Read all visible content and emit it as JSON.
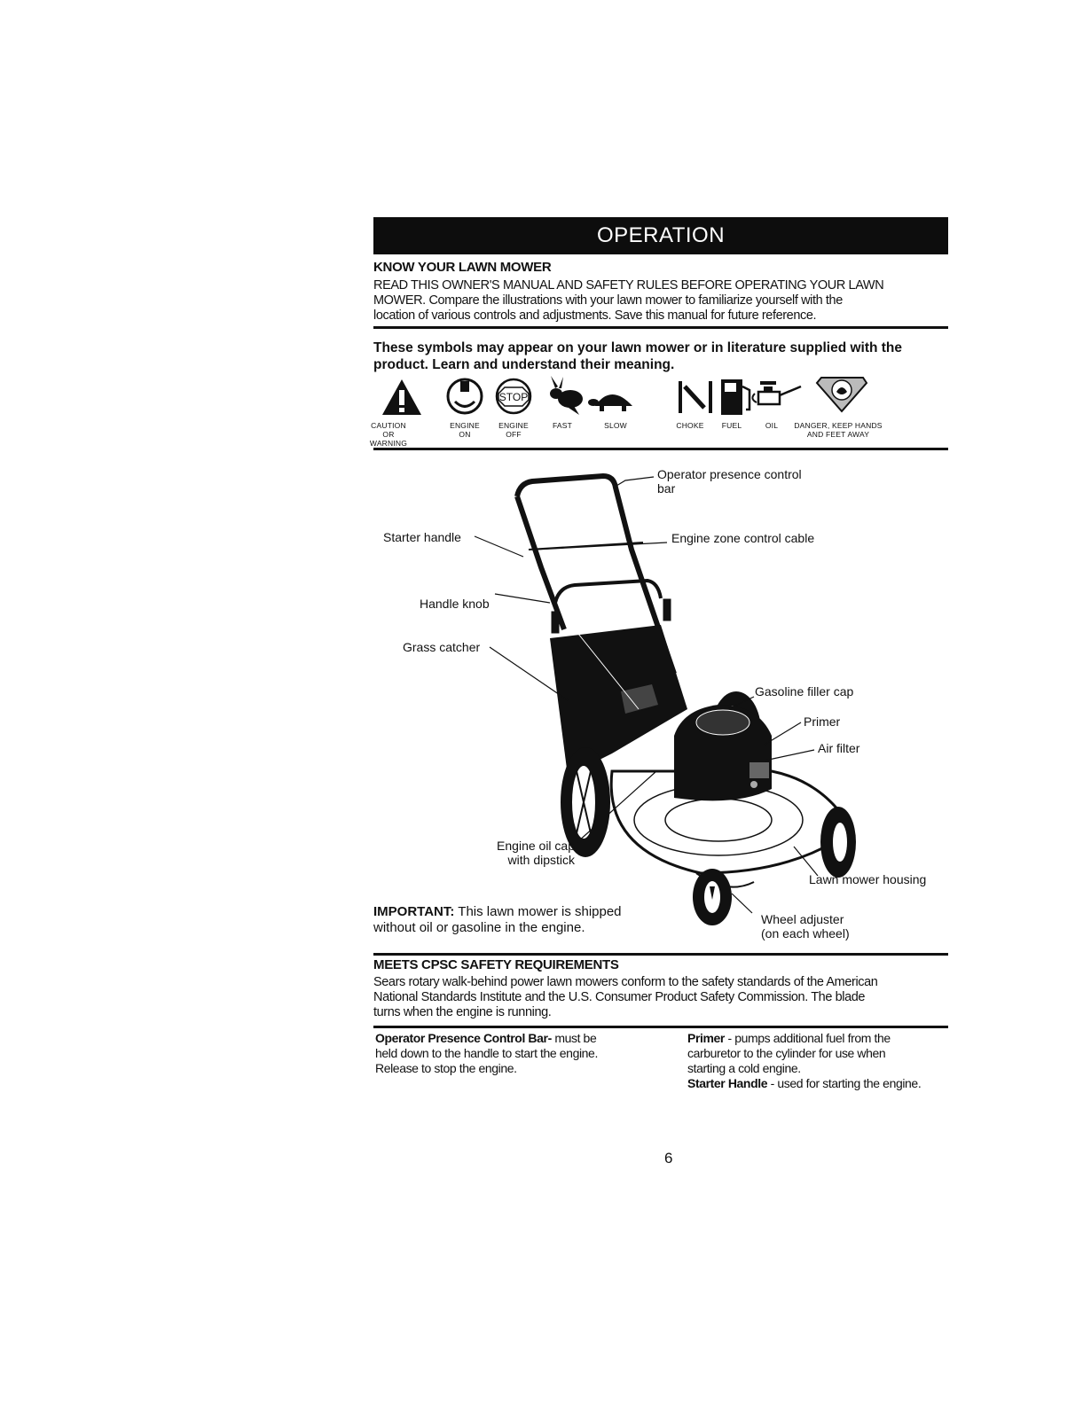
{
  "banner": {
    "title": "OPERATION"
  },
  "know": {
    "heading": "KNOW YOUR LAWN MOWER",
    "line1": "READ THIS OWNER'S MANUAL AND SAFETY RULES BEFORE OPERATING YOUR LAWN",
    "line2": "MOWER. Compare the illustrations with your lawn mower to familiarize yourself with the",
    "line3": "location of various controls and adjustments. Save this manual for future reference."
  },
  "symbols": {
    "intro_line1": "These symbols may appear on your lawn mower or in literature supplied with the",
    "intro_line2": "product. Learn and understand their meaning.",
    "stop_text": "STOP",
    "items": [
      {
        "icon": "caution-warning-icon",
        "label1": "CAUTION",
        "label2": "OR WARNING"
      },
      {
        "icon": "engine-on-icon",
        "label1": "ENGINE",
        "label2": "ON"
      },
      {
        "icon": "engine-off-icon",
        "label1": "ENGINE",
        "label2": "OFF"
      },
      {
        "icon": "fast-rabbit-icon",
        "label1": "FAST",
        "label2": ""
      },
      {
        "icon": "slow-turtle-icon",
        "label1": "SLOW",
        "label2": ""
      },
      {
        "icon": "choke-icon",
        "label1": "CHOKE",
        "label2": ""
      },
      {
        "icon": "fuel-icon",
        "label1": "FUEL",
        "label2": ""
      },
      {
        "icon": "oil-can-icon",
        "label1": "OIL",
        "label2": ""
      },
      {
        "icon": "danger-hands-feet-icon",
        "label1": "DANGER, KEEP HANDS",
        "label2": "AND FEET AWAY"
      }
    ]
  },
  "diagram": {
    "labels": {
      "operator_bar_1": "Operator presence control",
      "operator_bar_2": "bar",
      "starter_handle": "Starter handle",
      "engine_zone_cable": "Engine zone control cable",
      "handle_knob": "Handle knob",
      "grass_catcher": "Grass catcher",
      "gasoline_cap": "Gasoline filler cap",
      "primer": "Primer",
      "air_filter": "Air filter",
      "engine_oil_cap_1": "Engine oil cap",
      "engine_oil_cap_2": "with dipstick",
      "housing": "Lawn mower housing",
      "wheel_adjuster_1": "Wheel adjuster",
      "wheel_adjuster_2": "(on each wheel)"
    }
  },
  "important": {
    "label": "IMPORTANT:",
    "line1": " This lawn mower is shipped",
    "line2": "without oil or gasoline in the engine."
  },
  "cpsc": {
    "heading": "MEETS CPSC SAFETY REQUIREMENTS",
    "line1": "Sears rotary walk-behind power lawn mowers conform to the safety standards of the American",
    "line2": "National Standards Institute and the U.S. Consumer Product Safety Commission. The blade",
    "line3": "turns when the engine is running."
  },
  "descriptions": {
    "left": {
      "term": "Operator Presence Control Bar-",
      "line1_rest": " must be",
      "line2": "held down to the handle to start the engine.",
      "line3": "Release to stop the engine."
    },
    "right": {
      "primer_term": "Primer",
      "primer_line1_rest": " - pumps additional fuel from the",
      "primer_line2": "carburetor to the cylinder for use when",
      "primer_line3": "starting a cold engine.",
      "starter_term": "Starter Handle",
      "starter_rest": " - used for starting the engine."
    }
  },
  "page": {
    "number": "6"
  }
}
